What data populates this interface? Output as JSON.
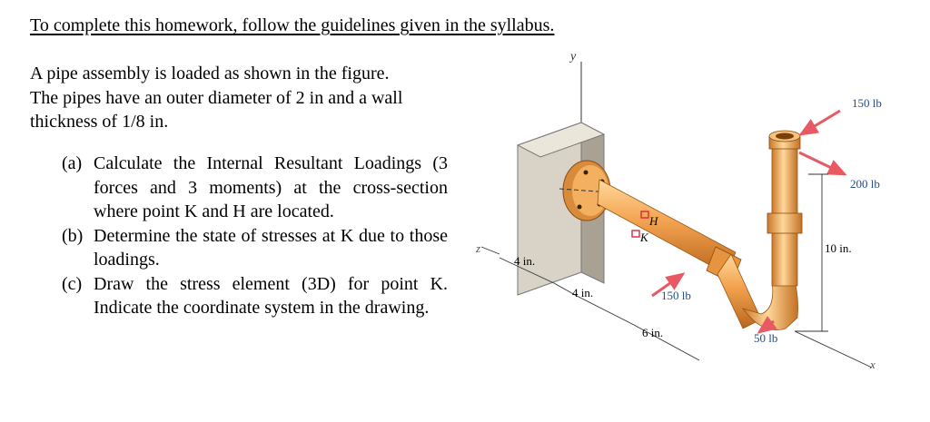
{
  "heading": "To complete this homework, follow the guidelines given in the syllabus.",
  "intro": {
    "line1": "A pipe assembly is loaded as shown in the figure.",
    "line2": "The pipes have an outer diameter of 2 in and a wall",
    "line3": "thickness of 1/8 in."
  },
  "parts": [
    {
      "label": "(a)",
      "text": "Calculate the Internal Resultant Loadings (3 forces and 3 moments) at the cross-section where point K and H are located."
    },
    {
      "label": "(b)",
      "text": "Determine the state of stresses at K due to those loadings."
    },
    {
      "label": "(c)",
      "text": "Draw the stress element (3D) for point K. Indicate the coordinate system in the drawing."
    }
  ],
  "figure": {
    "axis_y": "y",
    "axis_z": "z",
    "axis_x": "x",
    "dim_a": "4 in.",
    "dim_b": "4 in.",
    "dim_c": "6 in.",
    "dim_d": "10 in.",
    "point_k": "K",
    "point_h": "H",
    "force_top": "150 lb",
    "force_right": "200 lb",
    "force_mid": "150 lb",
    "force_bottom": "50 lb",
    "colors": {
      "pipe": "#f2a24e",
      "arrow": "#e85a63",
      "wall": "#d8d3c6",
      "label": "#1f4e8c"
    }
  }
}
